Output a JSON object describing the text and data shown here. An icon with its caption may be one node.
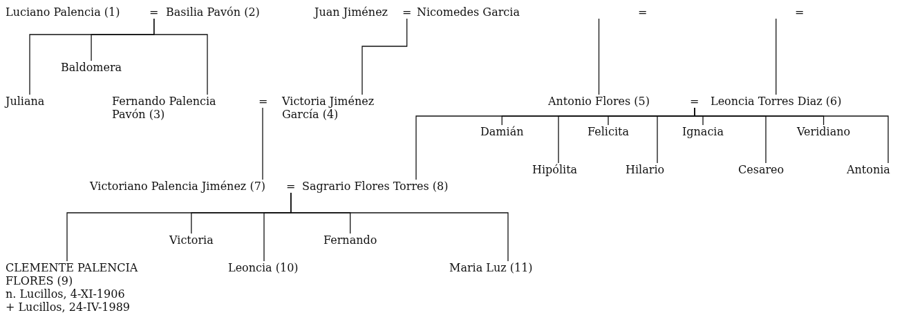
{
  "diagram": {
    "nodes": [
      {
        "text": [
          "Luciano Palencia (1)"
        ]
      },
      {
        "text": [
          "="
        ]
      },
      {
        "text": [
          "Basilia Pavón (2)"
        ]
      },
      {
        "text": [
          "Juan Jiménez"
        ]
      },
      {
        "text": [
          "="
        ]
      },
      {
        "text": [
          "Nicomedes Garcia"
        ]
      },
      {
        "text": [
          "="
        ]
      },
      {
        "text": [
          "="
        ]
      },
      {
        "text": [
          "Juliana"
        ]
      },
      {
        "text": [
          "Baldomera"
        ]
      },
      {
        "text": [
          "Fernando Palencia Pavón (3)"
        ]
      },
      {
        "text": [
          "="
        ]
      },
      {
        "text": [
          "Victoria Jiménez García (4)"
        ]
      },
      {
        "text": [
          "Antonio Flores (5)"
        ]
      },
      {
        "text": [
          "="
        ]
      },
      {
        "text": [
          "Leoncia Torres Diaz (6)"
        ]
      },
      {
        "text": [
          "Damián"
        ]
      },
      {
        "text": [
          "Felicita"
        ]
      },
      {
        "text": [
          "Ignacia"
        ]
      },
      {
        "text": [
          "Veridiano"
        ]
      },
      {
        "text": [
          "Hipólita"
        ]
      },
      {
        "text": [
          "Hilario"
        ]
      },
      {
        "text": [
          "Cesareo"
        ]
      },
      {
        "text": [
          "Antonia"
        ]
      },
      {
        "text": [
          "Victoriano Palencia Jiménez (7)"
        ]
      },
      {
        "text": [
          "="
        ]
      },
      {
        "text": [
          "Sagrario Flores Torres (8)"
        ]
      },
      {
        "text": [
          "Victoria"
        ]
      },
      {
        "text": [
          "Fernando"
        ]
      },
      {
        "text": [
          "CLEMENTE PALENCIA FLORES (9)",
          "n. Lucillos, 4-XI-1906",
          "+ Lucillos, 24-IV-1989"
        ]
      },
      {
        "text": [
          "Leoncia (10)"
        ]
      },
      {
        "text": [
          "Maria Luz (11)"
        ]
      }
    ],
    "edges": [
      {
        "from": 1,
        "to": 8,
        "arrow": "none"
      },
      {
        "from": 1,
        "to": 9,
        "arrow": "none"
      },
      {
        "from": 1,
        "to": 10,
        "arrow": "none"
      },
      {
        "from": 4,
        "to": 12,
        "arrow": "none"
      },
      {
        "from": 6,
        "to": 13,
        "arrow": "none"
      },
      {
        "from": 7,
        "to": 15,
        "arrow": "none"
      },
      {
        "from": 11,
        "to": 24,
        "arrow": "none"
      },
      {
        "from": 14,
        "to": 16,
        "arrow": "none"
      },
      {
        "from": 14,
        "to": 20,
        "arrow": "none"
      },
      {
        "from": 14,
        "to": 17,
        "arrow": "none"
      },
      {
        "from": 14,
        "to": 21,
        "arrow": "none"
      },
      {
        "from": 14,
        "to": 18,
        "arrow": "none"
      },
      {
        "from": 14,
        "to": 22,
        "arrow": "none"
      },
      {
        "from": 14,
        "to": 19,
        "arrow": "none"
      },
      {
        "from": 14,
        "to": 23,
        "arrow": "none"
      },
      {
        "from": 14,
        "to": 26,
        "arrow": "none"
      },
      {
        "from": 25,
        "to": 29,
        "arrow": "none"
      },
      {
        "from": 25,
        "to": 27,
        "arrow": "none"
      },
      {
        "from": 25,
        "to": 30,
        "arrow": "none"
      },
      {
        "from": 25,
        "to": 28,
        "arrow": "none"
      },
      {
        "from": 25,
        "to": 31,
        "arrow": "none"
      }
    ]
  }
}
